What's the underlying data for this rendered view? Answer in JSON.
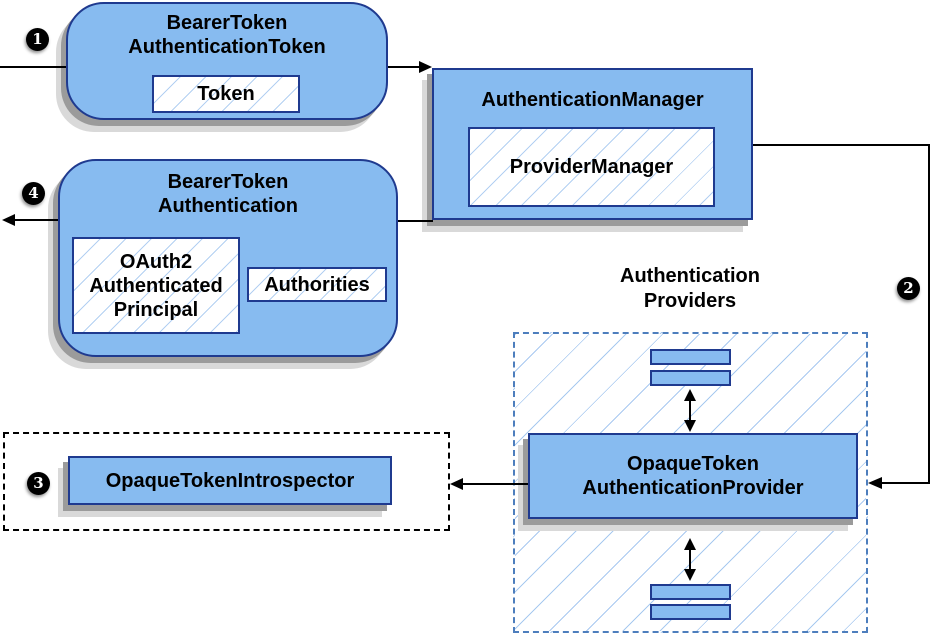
{
  "nodes": {
    "bearer_token_authentication_token": {
      "title": "BearerToken\nAuthenticationToken",
      "token": "Token"
    },
    "authentication_manager": {
      "title": "AuthenticationManager",
      "provider_manager": "ProviderManager"
    },
    "bearer_token_authentication": {
      "title": "BearerToken\nAuthentication",
      "principal": "OAuth2\nAuthenticated\nPrincipal",
      "authorities": "Authorities"
    },
    "authentication_providers": {
      "label": "Authentication\nProviders"
    },
    "opaque_token_authentication_provider": {
      "title": "OpaqueToken\nAuthenticationProvider"
    },
    "opaque_token_introspector": {
      "title": "OpaqueTokenIntrospector"
    }
  },
  "steps": {
    "one": "1",
    "two": "2",
    "three": "3",
    "four": "4"
  },
  "colors": {
    "box_fill": "#87bbf0",
    "box_border": "#1f3a8f",
    "hatch_line": "#b3d0f2",
    "hatch_line_big": "#a8c9f0",
    "dashed_border": "#4d7ebd",
    "shadow_dark": "#9b9b9b",
    "shadow_light": "#d9d9d9",
    "arrow": "#000000",
    "badge_bg": "#000000",
    "badge_text": "#ffffff"
  }
}
